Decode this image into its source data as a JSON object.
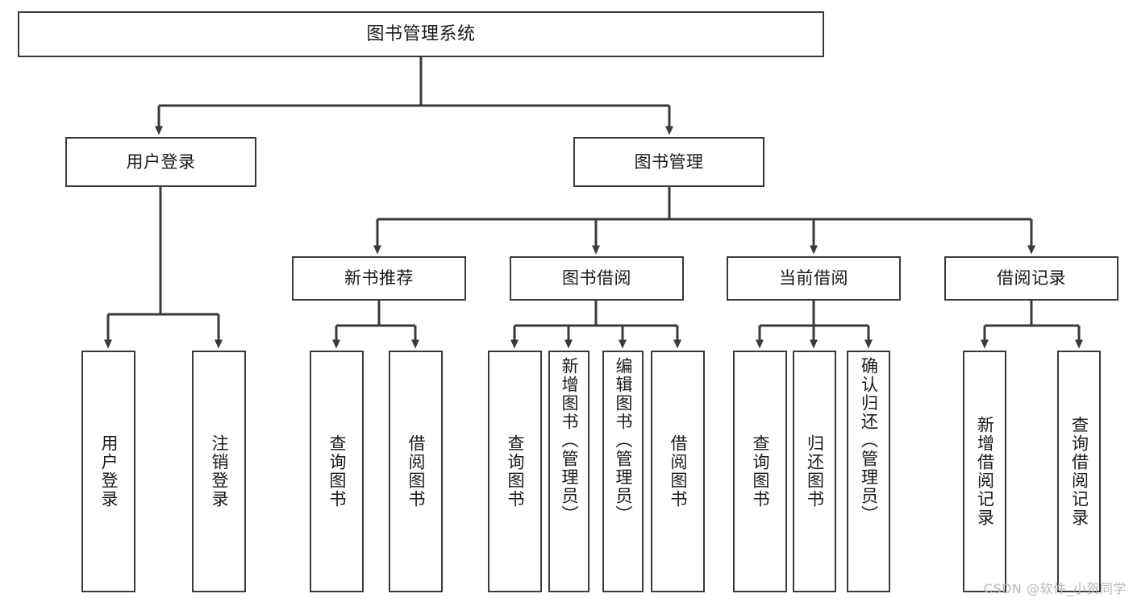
{
  "diagram": {
    "title": "图书管理系统",
    "type": "hierarchy-tree",
    "levels": 4,
    "root": {
      "id": "root",
      "label": "图书管理系统",
      "orientation": "horizontal"
    },
    "level2": [
      {
        "id": "user-login",
        "label": "用户登录",
        "orientation": "horizontal"
      },
      {
        "id": "book-manage",
        "label": "图书管理",
        "orientation": "horizontal"
      }
    ],
    "level3": [
      {
        "id": "new-book-rec",
        "label": "新书推荐",
        "orientation": "horizontal",
        "parent": "book-manage"
      },
      {
        "id": "book-borrow",
        "label": "图书借阅",
        "orientation": "horizontal",
        "parent": "book-manage"
      },
      {
        "id": "current-borrow",
        "label": "当前借阅",
        "orientation": "horizontal",
        "parent": "book-manage"
      },
      {
        "id": "borrow-record",
        "label": "借阅记录",
        "orientation": "horizontal",
        "parent": "book-manage"
      }
    ],
    "leaves": {
      "user_login": [
        {
          "id": "leaf-user-login",
          "label": "用户登录"
        },
        {
          "id": "leaf-logout",
          "label": "注销登录"
        }
      ],
      "new_book_rec": [
        {
          "id": "leaf-query-book-1",
          "label": "查询图书"
        },
        {
          "id": "leaf-borrow-book-1",
          "label": "借阅图书"
        }
      ],
      "book_borrow": [
        {
          "id": "leaf-query-book-2",
          "label": "查询图书"
        },
        {
          "id": "leaf-add-book",
          "label": "新增图书（管理员）"
        },
        {
          "id": "leaf-edit-book",
          "label": "编辑图书（管理员）"
        },
        {
          "id": "leaf-borrow-book-2",
          "label": "借阅图书"
        }
      ],
      "current_borrow": [
        {
          "id": "leaf-query-book-3",
          "label": "查询图书"
        },
        {
          "id": "leaf-return-book",
          "label": "归还图书"
        },
        {
          "id": "leaf-confirm-return",
          "label": "确认归还（管理员）"
        }
      ],
      "borrow_record": [
        {
          "id": "leaf-add-record",
          "label": "新增借阅记录"
        },
        {
          "id": "leaf-query-record",
          "label": "查询借阅记录"
        }
      ]
    },
    "colors": {
      "stroke": "#3a3a3a",
      "fill": "#ffffff",
      "text": "#1a1a1a",
      "watermark": "#b9b9b9"
    }
  },
  "watermark": {
    "text": "CSDN @软件_小贺同学"
  }
}
